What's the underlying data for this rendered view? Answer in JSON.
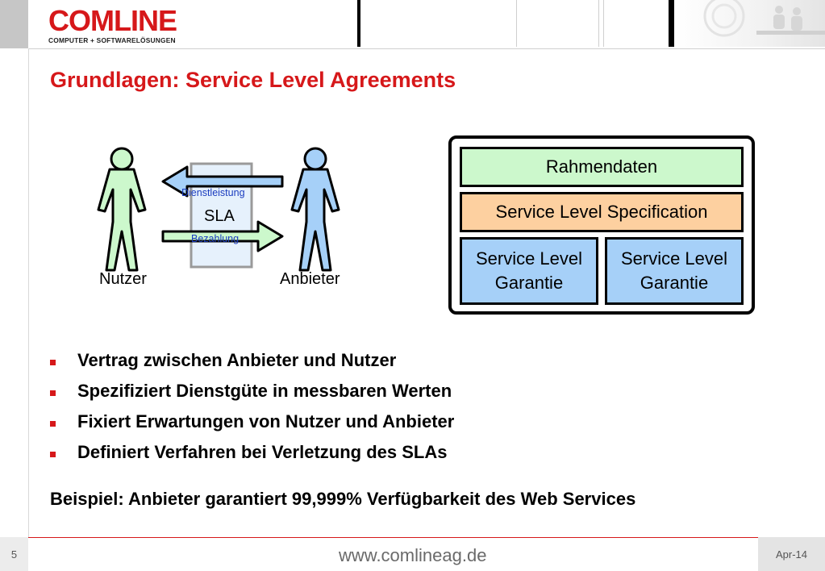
{
  "logo": {
    "name": "COMLINE",
    "tagline": "COMPUTER + SOFTWARELÖSUNGEN"
  },
  "slide": {
    "title": "Grundlagen: Service Level Agreements"
  },
  "diagram": {
    "consumer_label": "Nutzer",
    "provider_label": "Anbieter",
    "sla_label": "SLA",
    "service_arrow_label": "Dienstleistung",
    "payment_arrow_label": "Bezahlung",
    "colors": {
      "consumer": "#ccf8cc",
      "provider": "#a6d0f8",
      "document": "#e6f1fc"
    }
  },
  "sla_structure": {
    "framework": "Rahmendaten",
    "specification": "Service Level Specification",
    "guarantees": [
      {
        "line1": "Service Level",
        "line2": "Garantie"
      },
      {
        "line1": "Service Level",
        "line2": "Garantie"
      }
    ]
  },
  "bullets": [
    "Vertrag zwischen Anbieter und Nutzer",
    "Spezifiziert Dienstgüte in messbaren Werten",
    "Fixiert Erwartungen von Nutzer und Anbieter",
    "Definiert Verfahren bei Verletzung des SLAs"
  ],
  "example": "Beispiel: Anbieter garantiert 99,999% Verfügbarkeit des Web Services",
  "footer": {
    "page_number": "5",
    "url": "www.comlineag.de",
    "date": "Apr-14"
  },
  "colors": {
    "accent": "#d6181a"
  }
}
